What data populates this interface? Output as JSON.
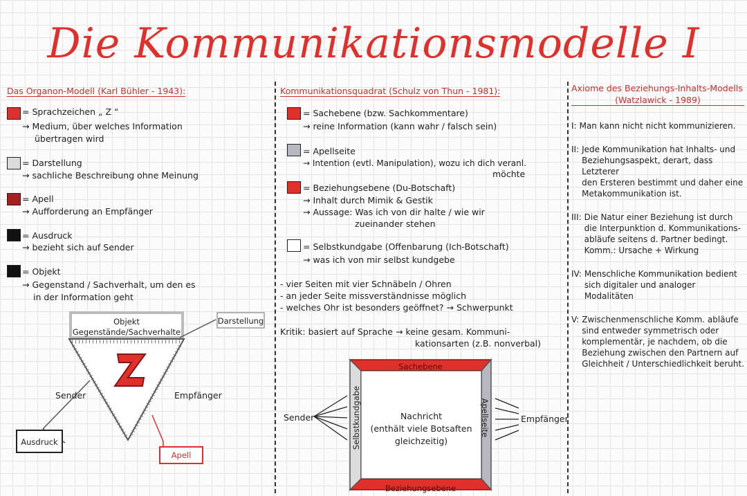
{
  "title": "Die Kommunikationsmodelle I",
  "colors": {
    "red": "#e0302c",
    "dark_red": "#a61e1e",
    "grey": "#b8b8c0",
    "light_grey": "#dcdcdc",
    "black": "#111111"
  },
  "organon": {
    "heading": "Das Organon-Modell (Karl Bühler - 1943):",
    "items": [
      {
        "color": "#e0302c",
        "label": "= Sprachzeichen „ Z “",
        "desc": [
          "→ Medium, über welches Information",
          "übertragen wird"
        ]
      },
      {
        "color": "#dcdcdc",
        "label": "= Darstellung",
        "desc": [
          "→ sachliche Beschreibung ohne Meinung"
        ]
      },
      {
        "color": "#a61e1e",
        "label": "= Apell",
        "desc": [
          "→ Aufforderung an Empfänger"
        ]
      },
      {
        "color": "#111111",
        "label": "= Ausdruck",
        "desc": [
          "→ bezieht sich auf Sender"
        ]
      },
      {
        "color": "#111111",
        "label": "= Objekt",
        "desc": [
          "→ Gegenstand / Sachverhalt, um den es",
          "in der Information geht"
        ]
      }
    ],
    "diagram": {
      "objekt_line1": "Objekt",
      "objekt_line2": "Gegenstände/Sachverhalte",
      "darstellung": "Darstellung",
      "sender": "Sender",
      "empfaenger": "Empfänger",
      "ausdruck": "Ausdruck",
      "apell": "Apell",
      "z_letter": "Z"
    }
  },
  "quadrat": {
    "heading": "Kommunikationsquadrat (Schulz von Thun - 1981):",
    "items": [
      {
        "color": "#e0302c",
        "label": "= Sachebene   (bzw. Sachkommentare)",
        "desc": [
          "→ reine Information (kann wahr / falsch sein)"
        ]
      },
      {
        "color": "#b8b8c0",
        "label": "= Apellseite",
        "desc": [
          "→ Intention (evtl. Manipulation), wozu ich dich veranl.",
          "möchte"
        ]
      },
      {
        "color": "#e0302c",
        "label": "= Beziehungsebene (Du-Botschaft)",
        "desc": [
          "→ Inhalt durch Mimik & Gestik",
          "→ Aussage: Was ich von dir halte / wie wir",
          "zueinander stehen"
        ]
      },
      {
        "color": "#ffffff",
        "label": "= Selbstkundgabe (Offenbarung (Ich-Botschaft)",
        "desc": [
          "→ was ich von mir selbst kundgebe"
        ]
      }
    ],
    "bullets": [
      "- vier Seiten mit vier Schnäbeln / Ohren",
      "- an jeder Seite missverständnisse möglich",
      "- welches Ohr ist besonders geöffnet? → Schwerpunkt"
    ],
    "kritik_line1": "Kritik: basiert auf Sprache → keine gesam. Kommuni-",
    "kritik_line2": "kationsarten (z.B. nonverbal)",
    "diagram": {
      "top": "Sachebene",
      "bottom": "Beziehungsebene",
      "left": "Selbstkundgabe",
      "right": "Apellseite",
      "msg1": "Nachricht",
      "msg2": "(enthält viele Botsaften",
      "msg3": "gleichzeitig)",
      "sender": "Sender",
      "empfaenger": "Empfänger"
    }
  },
  "axiome": {
    "heading1": "Axiome des Beziehungs-Inhalts-Modells",
    "heading2": "(Watzlawick - 1989)",
    "items": [
      {
        "num": "I:",
        "lines": [
          "Man kann nicht nicht kommunizieren."
        ]
      },
      {
        "num": "II:",
        "lines": [
          "Jede Kommunikation hat Inhalts- und",
          "Beziehungsaspekt, derart, dass Letzterer",
          "den Ersteren bestimmt und daher eine",
          "Metakommunikation ist."
        ]
      },
      {
        "num": "III:",
        "lines": [
          "Die Natur einer Beziehung ist durch",
          "die Interpunktion d. Kommunikations-",
          "abläufe seitens d. Partner bedingt.",
          "Komm.: Ursache + Wirkung"
        ]
      },
      {
        "num": "IV:",
        "lines": [
          "Menschliche Kommunikation bedient",
          "sich digitaler und analoger Modalitäten"
        ]
      },
      {
        "num": "V:",
        "lines": [
          "Zwischenmenschliche Komm. abläufe",
          "sind entweder symmetrisch oder",
          "komplementär, je nachdem, ob die",
          "Beziehung zwischen den Partnern auf",
          "Gleichheit / Unterschiedlichkeit beruht."
        ]
      }
    ]
  }
}
